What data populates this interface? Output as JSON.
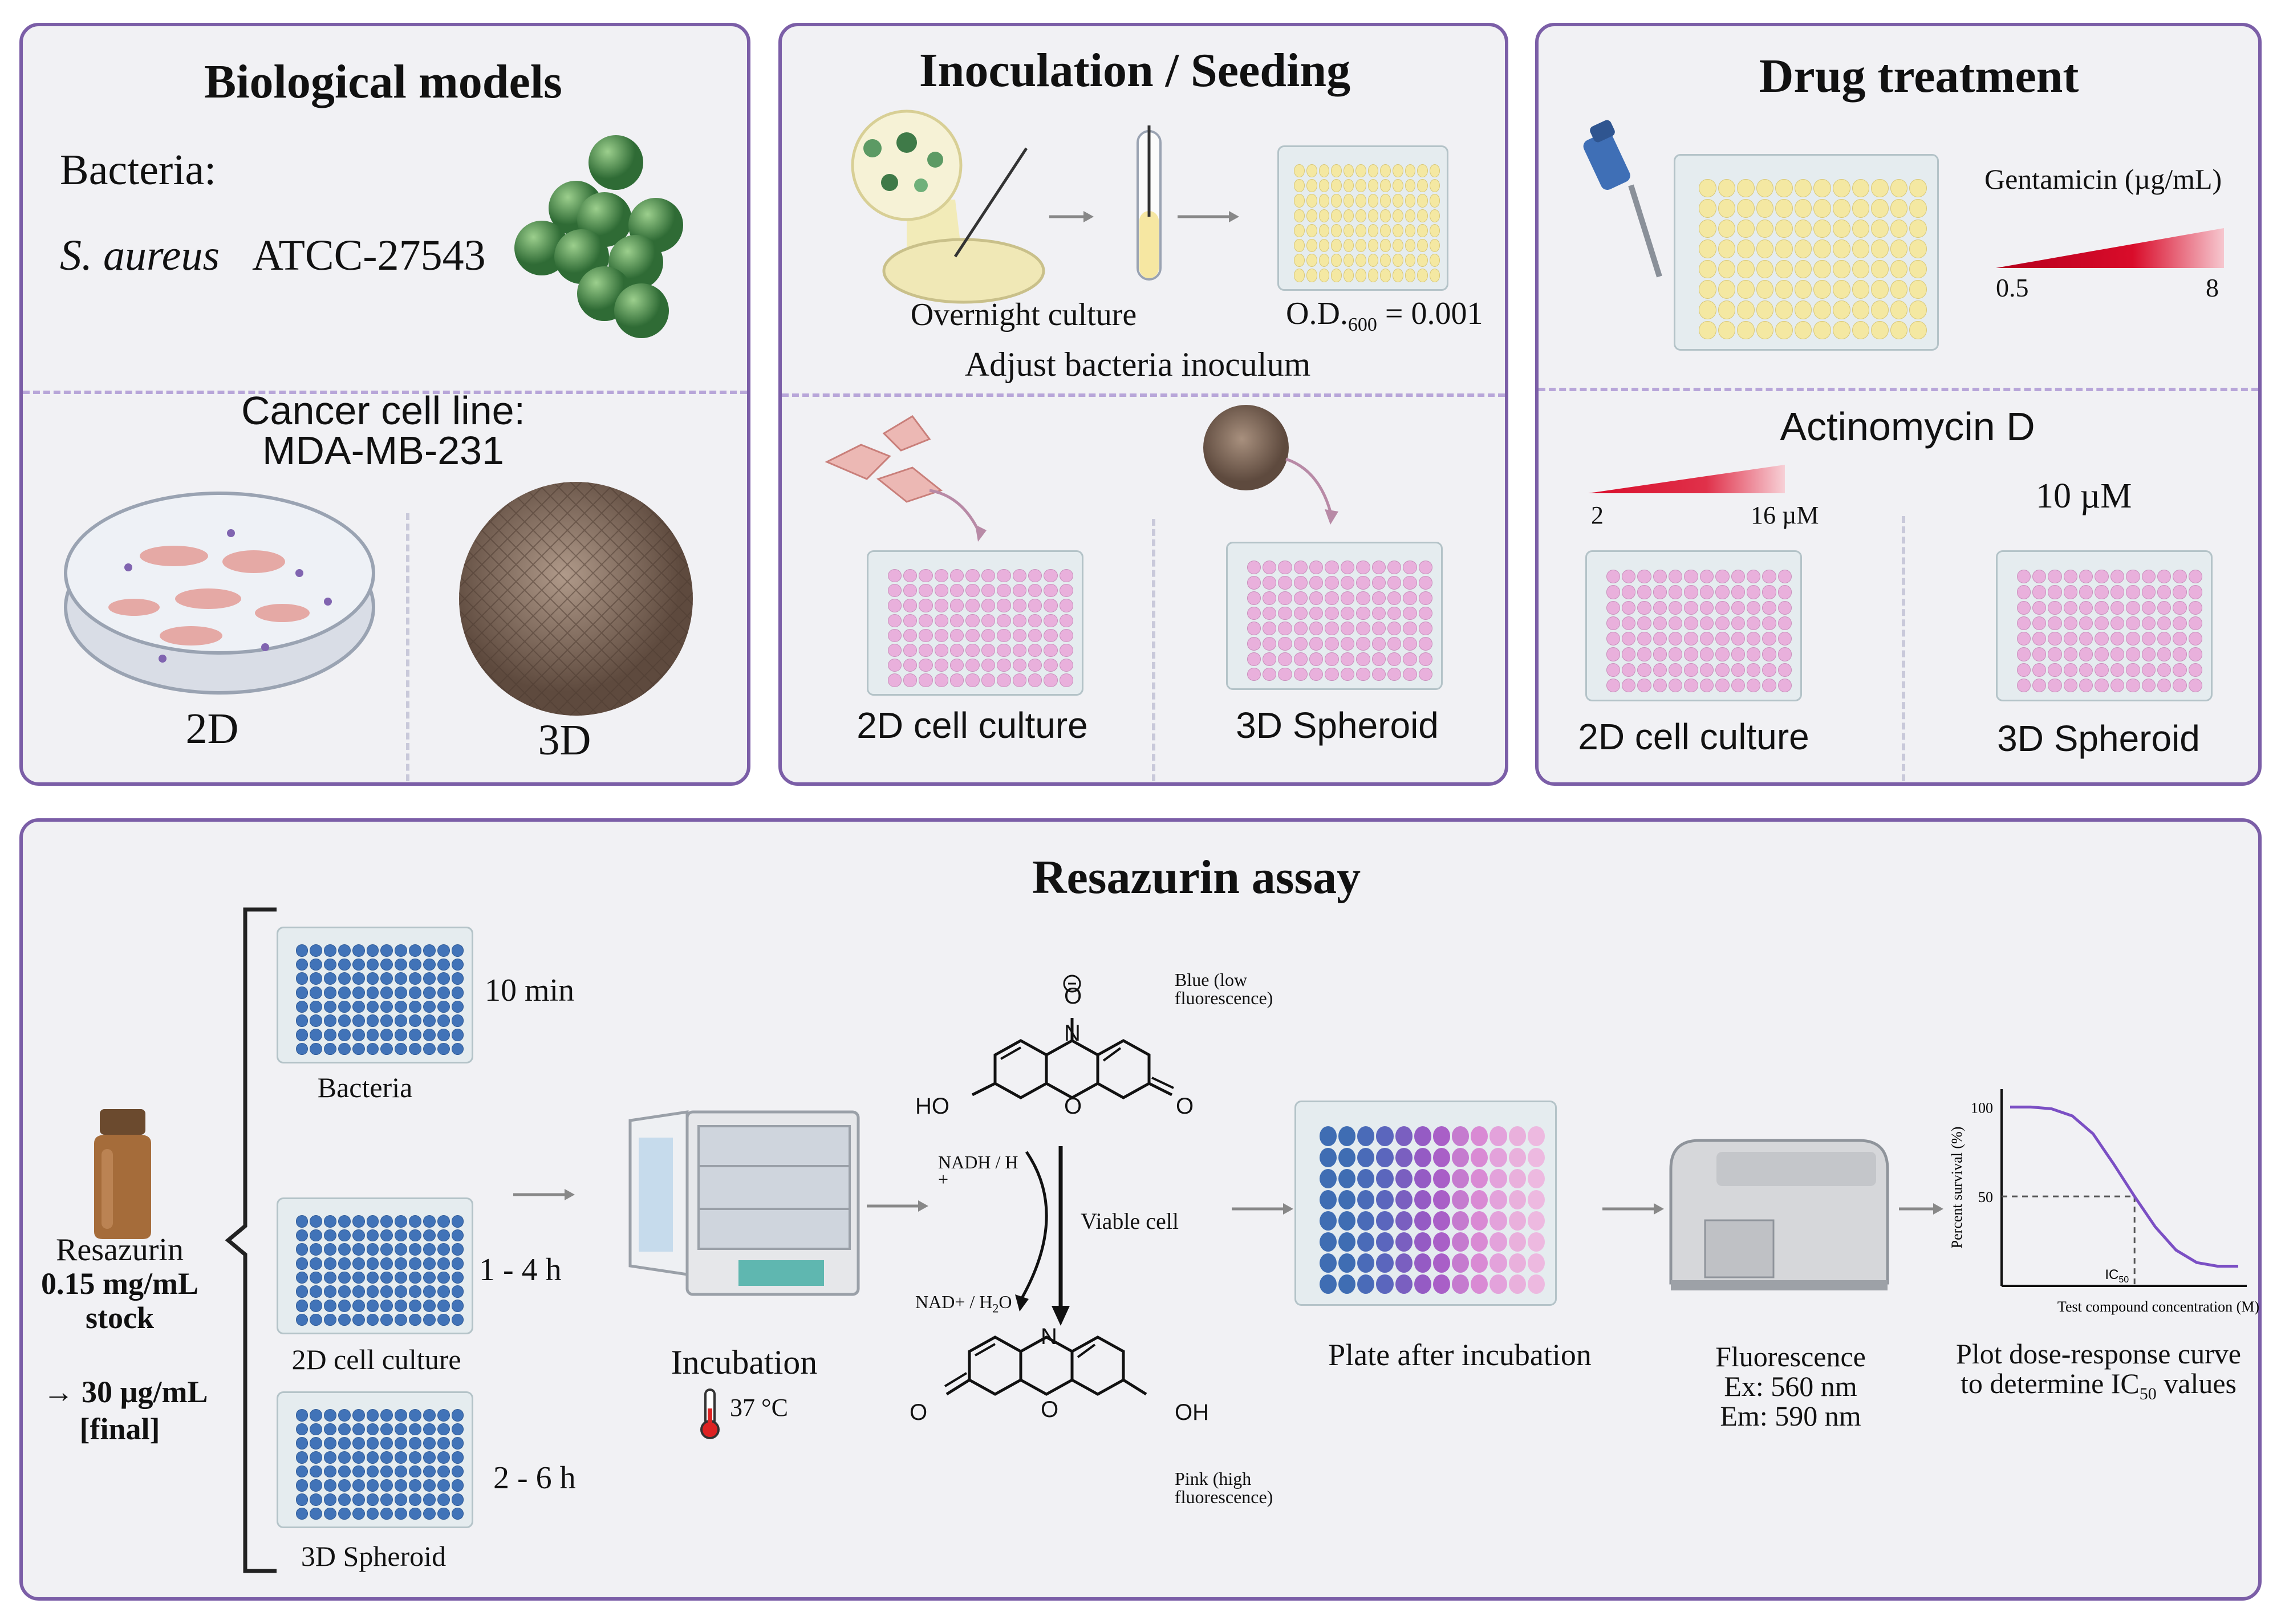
{
  "panels": {
    "biological_models": {
      "title": "Biological models",
      "bacteria_label": "Bacteria:",
      "species_italic": "S. aureus",
      "strain": "ATCC-27543",
      "cancer_line_1": "Cancer cell line:",
      "cancer_line_2": "MDA-MB-231",
      "label_2d": "2D",
      "label_3d": "3D"
    },
    "inoculation": {
      "title": "Inoculation / Seeding",
      "overnight_culture": "Overnight culture",
      "od_prefix": "O.D.",
      "od_sub": "600",
      "od_suffix": " = 0.001",
      "adjust_inoculum": "Adjust bacteria inoculum",
      "label_2d": "2D cell culture",
      "label_3d": "3D Spheroid"
    },
    "drug_treatment": {
      "title": "Drug treatment",
      "gentamicin_label": "Gentamicin (µg/mL)",
      "gentamicin_min": "0.5",
      "gentamicin_max": "8",
      "actinomycin_label": "Actinomycin D",
      "actino_min": "2",
      "actino_max": "16 µM",
      "actino_fixed": "10 µM",
      "label_2d": "2D cell culture",
      "label_3d": "3D Spheroid"
    },
    "resazurin": {
      "title": "Resazurin assay",
      "reagent_name": "Resazurin",
      "stock_1": "0.15 mg/mL",
      "stock_2": "stock",
      "final_1": "→ 30 µg/mL",
      "final_2": "[final]",
      "plate_bacteria": "Bacteria",
      "time_bacteria": "10 min",
      "plate_2d": "2D cell culture",
      "time_2d": "1 - 4 h",
      "plate_3d": "3D Spheroid",
      "time_3d": "2 - 6 h",
      "incubation": "Incubation",
      "temperature": "37 °C",
      "blue_note_1": "Blue (low",
      "blue_note_2": "fluorescence)",
      "nadh": "NADH / H",
      "plus": "+",
      "nad": "NAD+ / H",
      "nad_sub": "2",
      "nad_o": "O",
      "viable_cell": "Viable cell",
      "pink_note_1": "Pink (high",
      "pink_note_2": "fluorescence)",
      "atom_ho": "HO",
      "atom_o_top": "O",
      "atom_n": "N",
      "atom_o_ring": "O",
      "atom_o_right": "O",
      "atom_o_minus": "O",
      "atom_n2": "N",
      "atom_o_ring2": "O",
      "atom_oh": "OH",
      "plate_after": "Plate after incubation",
      "fluor_1": "Fluorescence",
      "fluor_2": "Ex: 560 nm",
      "fluor_3": "Em: 590 nm",
      "plot_1": "Plot dose-response curve",
      "plot_2_pre": "to determine IC",
      "plot_2_sub": "50",
      "plot_2_post": " values"
    }
  },
  "chart_data": {
    "type": "line",
    "title": "",
    "xlabel": "Test compound concentration (M)",
    "ylabel": "Percent survival (%)",
    "y_ticks": [
      "100",
      "50"
    ],
    "ic50_label": "IC",
    "ic50_sub": "50",
    "series": [
      {
        "values": [
          100,
          100,
          99,
          95,
          85,
          68,
          50,
          33,
          20,
          13,
          11,
          11
        ]
      }
    ],
    "ylim": [
      0,
      110
    ],
    "color": "#7b4fc4"
  },
  "colors": {
    "border": "#7b5ea7",
    "panel": "#f1f1f4",
    "gradient_red": "#d90c2a",
    "plate_blue": "#4173b8",
    "plate_pink": "#e9b0dc",
    "plate_yellow": "#f4e8a2"
  }
}
